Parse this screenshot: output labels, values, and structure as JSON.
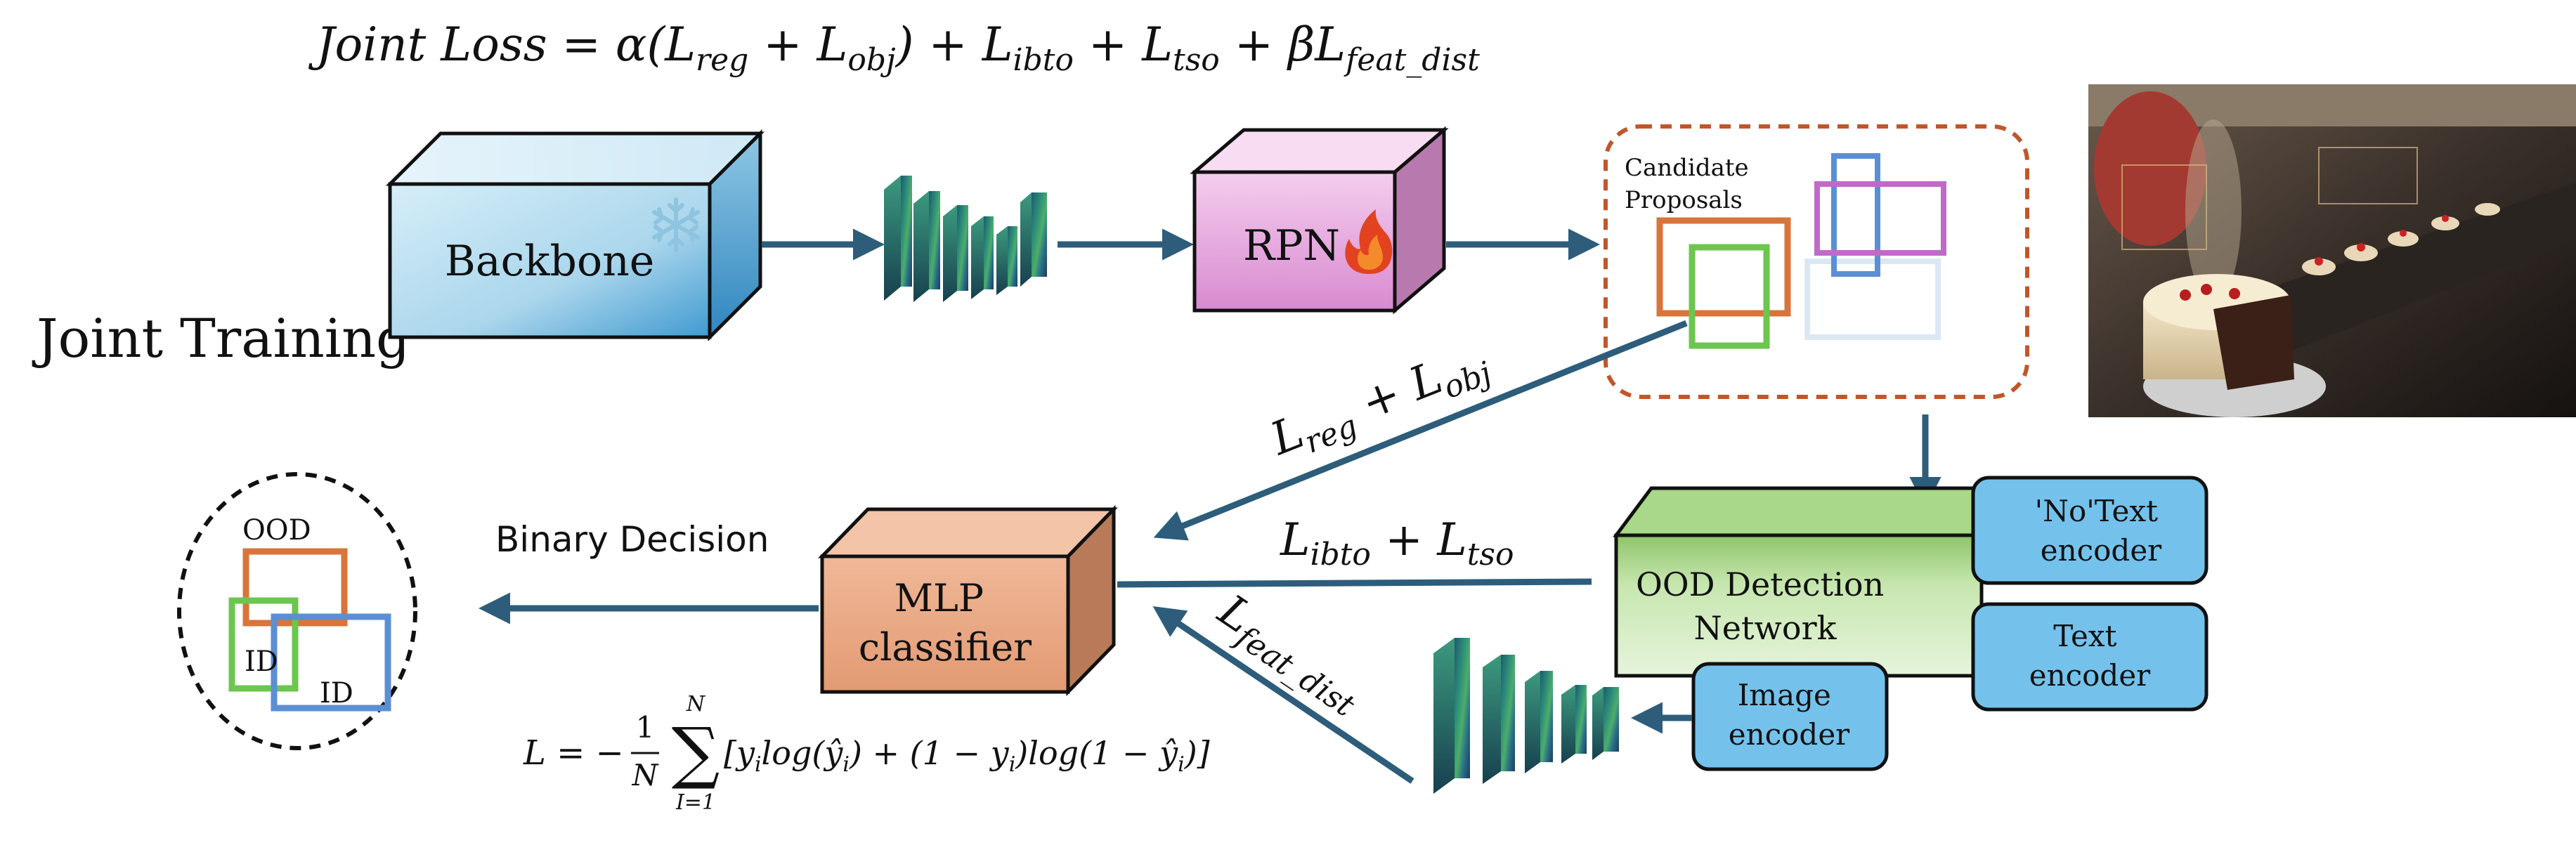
{
  "equation": {
    "part1": "Joint Loss = α(L",
    "sub_reg": "reg",
    "part2": " + L",
    "sub_obj": "obj",
    "part3": ") + L",
    "sub_ibto": "ibto",
    "part4": " + L",
    "sub_tso": "tso",
    "part5": " + βL",
    "sub_feat": "feat_dist"
  },
  "labels": {
    "joint_training": "Joint Training",
    "backbone": "Backbone",
    "rpn": "RPN",
    "candidate_line1": "Candidate",
    "candidate_line2": "Proposals",
    "mlp_line1": "MLP",
    "mlp_line2": "classifier",
    "ood_net_line1": "OOD Detection",
    "ood_net_line2": "Network",
    "no_text_line1": "'No'Text",
    "no_text_line2": "encoder",
    "text_enc_line1": "Text",
    "text_enc_line2": "encoder",
    "image_enc_line1": "Image",
    "image_enc_line2": "encoder",
    "binary_decision": "Binary Decision",
    "ood": "OOD",
    "id1": "ID",
    "id2": "ID"
  },
  "loss_labels": {
    "reg_obj": {
      "L1": "L",
      "s1": "reg",
      "mid": " + L",
      "s2": "obj"
    },
    "ibto_tso": {
      "L1": "L",
      "s1": "ibto",
      "mid": " + L",
      "s2": "tso"
    },
    "feat_dist": {
      "L1": "L",
      "s1": "feat_dist"
    }
  },
  "bce_formula": {
    "lhs": "L = −",
    "frac_num": "1",
    "frac_den": "N",
    "sum_top": "N",
    "sum_bottom": "I=1",
    "body": "[y",
    "body_rest": "log(ŷ",
    "body_rest2": ") + (1 − y",
    "body_rest3": ")log(1 − ŷ",
    "body_rest4": ")]",
    "sub_i": "i"
  },
  "colors": {
    "arrow": "#2d5d7b",
    "backbone_front": "#bfe0ef",
    "rpn_front": "#e8a6dc",
    "mlp_front": "#e8a583",
    "ood_net_front": "#c3e3a8",
    "encoder_fill": "#74c2ec",
    "proposal_border": "#c0562a",
    "box_orange": "#d9743a",
    "box_green": "#6cc64f",
    "box_blue": "#5b8fd4",
    "box_purple": "#c06ac8",
    "box_lightblue": "#dbe8f4"
  },
  "icons": {
    "freeze": "snowflake-icon",
    "fire": "fire-icon"
  }
}
